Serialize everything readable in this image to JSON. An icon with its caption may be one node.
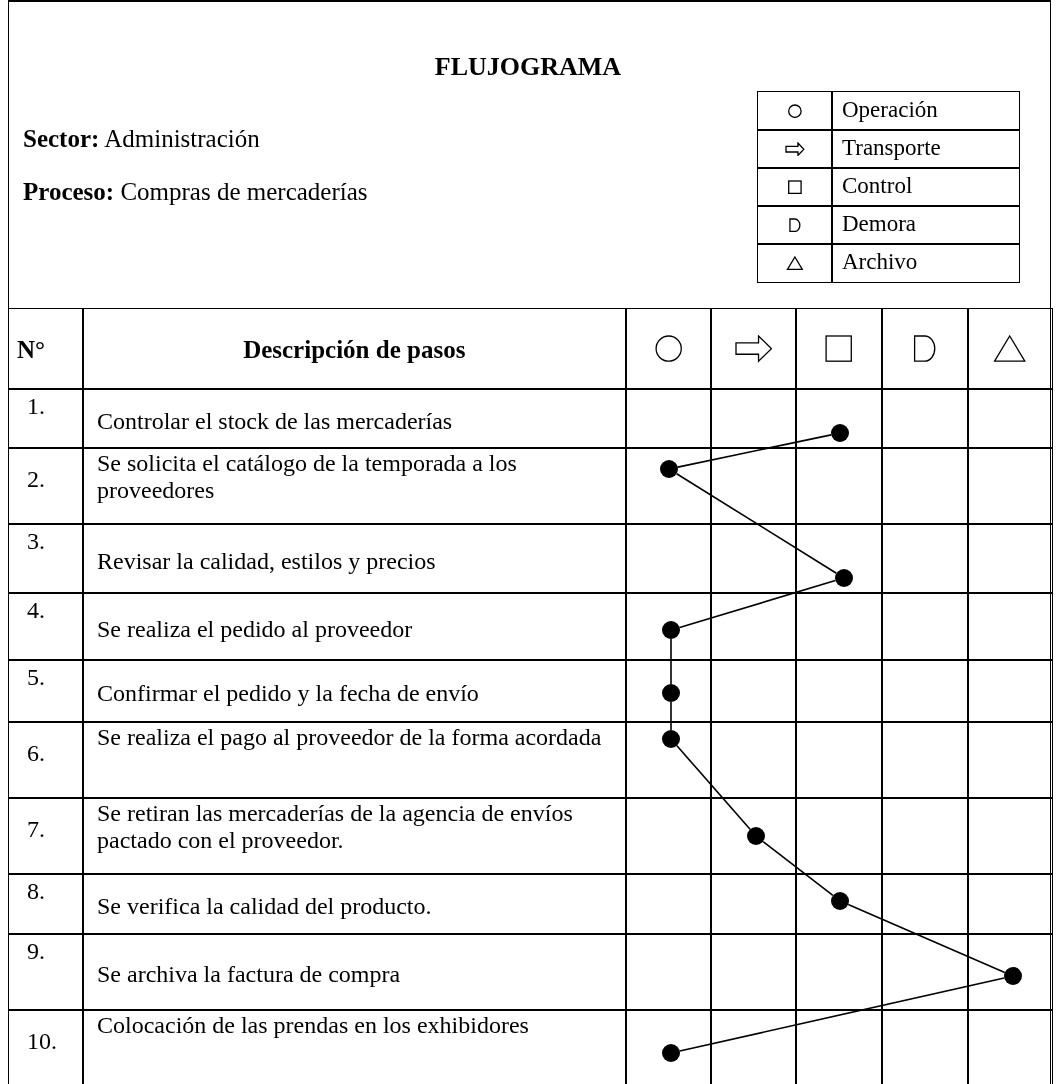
{
  "diagram": {
    "title": "FLUJOGRAMA",
    "nodes": [
      {
        "text": [],
        "shape": "circle"
      },
      {
        "text": [],
        "shape": "circle"
      },
      {
        "text": [],
        "shape": "circle"
      },
      {
        "text": [],
        "shape": "circle"
      },
      {
        "text": [],
        "shape": "circle"
      },
      {
        "text": [],
        "shape": "circle"
      },
      {
        "text": [],
        "shape": "circle"
      },
      {
        "text": [],
        "shape": "circle"
      },
      {
        "text": [],
        "shape": "circle"
      },
      {
        "text": [],
        "shape": "circle"
      }
    ],
    "edges": [
      {
        "from": 0,
        "to": 1,
        "arrow": "none"
      },
      {
        "from": 1,
        "to": 2,
        "arrow": "none"
      },
      {
        "from": 2,
        "to": 3,
        "arrow": "none"
      },
      {
        "from": 3,
        "to": 4,
        "arrow": "none"
      },
      {
        "from": 4,
        "to": 5,
        "arrow": "none"
      },
      {
        "from": 5,
        "to": 6,
        "arrow": "none"
      },
      {
        "from": 6,
        "to": 7,
        "arrow": "none"
      },
      {
        "from": 7,
        "to": 8,
        "arrow": "none"
      },
      {
        "from": 8,
        "to": 9,
        "arrow": "none"
      }
    ],
    "labels": [
      "**Sector:** Administración",
      "**Proceso:** Compras de mercaderías",
      "N°",
      "Descripción de pasos",
      "1.",
      "Controlar el stock de las mercaderías",
      "2.",
      "Se solicita el catálogo de la temporada a los proveedores",
      "3.",
      "Revisar la calidad, estilos y precios",
      "4.",
      "Se realiza el pedido al proveedor",
      "5.",
      "Confirmar el pedido y la fecha de envío",
      "6.",
      "Se realiza el pago al proveedor de la forma acordada",
      "7.",
      "Se retiran las mercaderías de la agencia de envíos pactado con el proveedor.",
      "8.",
      "Se verifica la calidad del producto.",
      "9.",
      "Se archiva la factura de compra",
      "10.",
      "Colocación de las prendas en los exhibidores"
    ],
    "legend": [
      {
        "text": "Operación"
      },
      {
        "text": "Transporte"
      },
      {
        "text": "Control"
      },
      {
        "text": "Demora"
      },
      {
        "text": "Archivo"
      }
    ]
  }
}
